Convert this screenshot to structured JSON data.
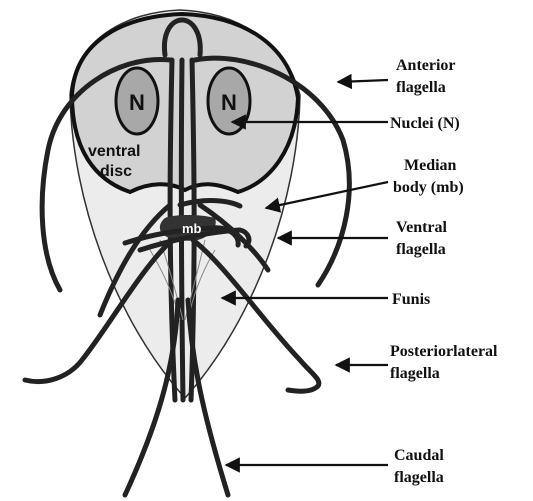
{
  "diagram": {
    "inner_labels": {
      "nucleus_left": "N",
      "nucleus_right": "N",
      "ventral_disc_line1": "ventral",
      "ventral_disc_line2": "disc",
      "median_body_short": "mb"
    },
    "callouts": {
      "anterior_flagella": [
        "Anterior",
        "flagella"
      ],
      "nuclei": [
        "Nuclei (N)"
      ],
      "median_body": [
        "Median",
        "body (mb)"
      ],
      "ventral_flagella": [
        "Ventral",
        "flagella"
      ],
      "funis": [
        "Funis"
      ],
      "posteriorlateral_flagella": [
        "Posteriorlateral",
        "flagella"
      ],
      "caudal_flagella": [
        "Caudal",
        "flagella"
      ]
    }
  }
}
